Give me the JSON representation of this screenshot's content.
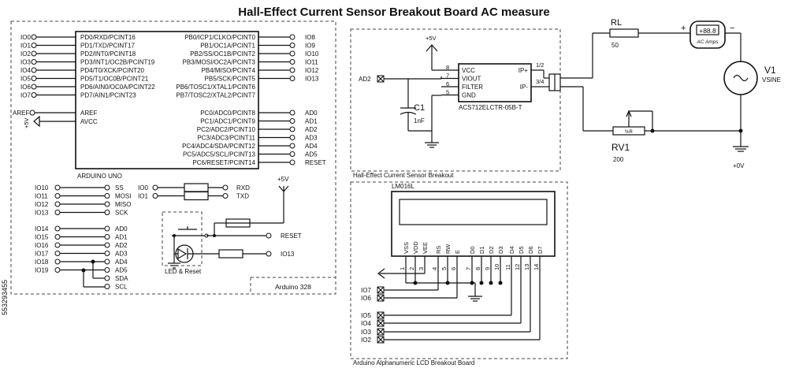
{
  "title": "Hall-Effect Current Sensor Breakout Board AC measure",
  "arduino": {
    "label": "Arduino 328",
    "chip_name": "ARDUINO UNO",
    "left_pins": [
      "PD0/RXD/PCINT16",
      "PD1/TXD/PCINT17",
      "PD2/INT0/PCINT18",
      "PD3/INT1/OC2B/PCINT19",
      "PD4/T0/XCK/PCINT20",
      "PD5/T1/OC0B/PCINT21",
      "PD6/AIN0/OC0A/PCINT22",
      "PD7/AIN1/PCINT23"
    ],
    "left_nets": [
      "IO0",
      "IO1",
      "IO2",
      "IO3",
      "IO4",
      "IO5",
      "IO6",
      "IO7"
    ],
    "right_pins_b": [
      "PB0/ICP1/CLKO/PCINT0",
      "PB1/OC1A/PCINT1",
      "PB2/SS/OC1B/PCINT2",
      "PB3/MOSI/OC2A/PCINT3",
      "PB4/MISO/PCINT4",
      "PB5/SCK/PCINT5",
      "PB6/TOSC1/XTAL1/PCINT6",
      "PB7/TOSC2/XTAL2/PCINT7"
    ],
    "right_nets_b": [
      "IO8",
      "IO9",
      "IO10",
      "IO11",
      "IO12",
      "IO13"
    ],
    "aref": "AREF",
    "avcc": "AVCC",
    "vcc_label": "+5V",
    "right_pins_c": [
      "PC0/ADC0/PCINT8",
      "PC1/ADC1/PCINT9",
      "PC2/ADC2/PCINT10",
      "PC3/ADC3/PCINT11",
      "PC4/ADC4/SDA/PCINT12",
      "PC5/ADC5/SCL/PCINT13",
      "PC6/RESET/PCINT14"
    ],
    "right_nets_c": [
      "AD0",
      "AD1",
      "AD2",
      "AD3",
      "AD4",
      "AD5",
      "RESET"
    ],
    "spi_left": [
      "IO10",
      "IO11",
      "IO12",
      "IO13"
    ],
    "spi_right": [
      "SS",
      "MOSI",
      "MISO",
      "SCK"
    ],
    "uart_left": [
      "IO0",
      "IO1"
    ],
    "uart_right": [
      "RXD",
      "TXD"
    ],
    "adc_left": [
      "IO14",
      "IO15",
      "IO16",
      "IO17",
      "IO18",
      "IO19"
    ],
    "adc_right": [
      "AD0",
      "AD1",
      "AD2",
      "AD3",
      "AD4",
      "AD5",
      "SDA",
      "SCL"
    ],
    "led_label": "LED & Reset",
    "led_vcc": "+5V",
    "reset_net": "RESET",
    "io13_net": "IO13"
  },
  "sensor": {
    "label": "Hall-Effect Current Sensor Breakout",
    "vcc_label": "+5V",
    "pins_left": [
      "VCC",
      "VIOUT",
      "FILTER",
      "GND"
    ],
    "pin_nums_left": [
      "8",
      "7",
      "6",
      "5"
    ],
    "pins_right": [
      "IP+",
      "IP-"
    ],
    "pin_nums_right": [
      "1/2",
      "3/4"
    ],
    "part": "ACS712ELCTR-05B-T",
    "net": "AD2",
    "cap_name": "C1",
    "cap_value": "1nF"
  },
  "load": {
    "rl_name": "RL",
    "rl_value": "50",
    "meter_value": "+88.8",
    "meter_label": "AC Amps",
    "plus": "+",
    "minus": "−",
    "source_name": "V1",
    "source_type": "VSINE",
    "rv_name": "RV1",
    "rv_value": "200",
    "rv_pct": "%R",
    "gnd_label": "+0V"
  },
  "lcd": {
    "label": "Arduino Alphanumeric LCD Breakout Board",
    "name": "LM016L",
    "pins": [
      "VSS",
      "VDD",
      "VEE",
      "RS",
      "RW",
      "E",
      "D0",
      "D1",
      "D2",
      "D3",
      "D4",
      "D5",
      "D6",
      "D7"
    ],
    "pin_nums": [
      "1",
      "2",
      "3",
      "4",
      "5",
      "6",
      "7",
      "8",
      "9",
      "10",
      "11",
      "12",
      "13",
      "14"
    ],
    "nets": [
      "IO7",
      "IO6",
      "IO5",
      "IO4",
      "IO3",
      "IO2"
    ]
  },
  "side_watermark": "553293455"
}
